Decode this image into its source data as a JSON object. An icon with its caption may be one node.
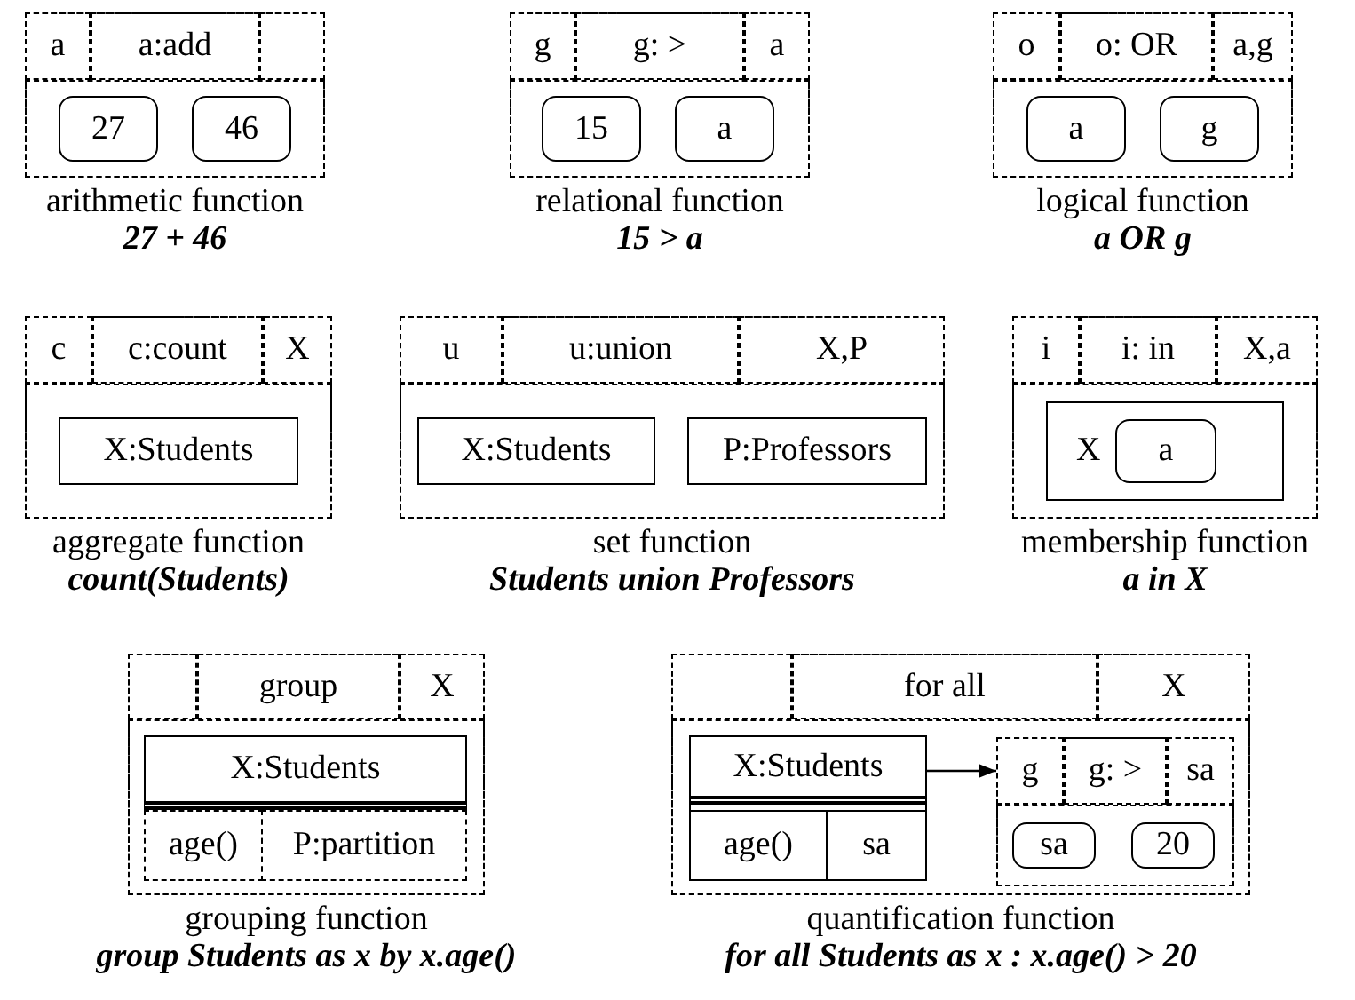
{
  "diagram": {
    "nodes": [
      {
        "text": [],
        "shape": "box",
        "beside": [
          "arithmetic function",
          "27 + 46"
        ]
      },
      {
        "text": [
          "a"
        ],
        "in": 0
      },
      {
        "text": [
          "a:add"
        ],
        "in": 0
      },
      {
        "text": [],
        "shape": "box",
        "in": 0
      },
      {
        "text": [],
        "shape": "box",
        "in": 0
      },
      {
        "text": [
          "27"
        ],
        "in": 4
      },
      {
        "text": [
          "46"
        ],
        "in": 4
      },
      {
        "text": [],
        "shape": "box",
        "beside": [
          "relational function",
          "15 > a"
        ]
      },
      {
        "text": [
          "g"
        ],
        "in": 7
      },
      {
        "text": [
          "g: >"
        ],
        "in": 7
      },
      {
        "text": [
          "a"
        ],
        "in": 7
      },
      {
        "text": [],
        "shape": "box",
        "in": 7
      },
      {
        "text": [
          "15"
        ],
        "in": 11
      },
      {
        "text": [
          "a"
        ],
        "in": 11
      },
      {
        "text": [],
        "shape": "box",
        "beside": [
          "logical function",
          "a OR g"
        ]
      },
      {
        "text": [
          "o"
        ],
        "in": 14
      },
      {
        "text": [
          "o: OR"
        ],
        "in": 14
      },
      {
        "text": [
          "a,g"
        ],
        "in": 14
      },
      {
        "text": [],
        "shape": "box",
        "in": 14
      },
      {
        "text": [
          "a"
        ],
        "in": 18
      },
      {
        "text": [
          "g"
        ],
        "in": 18
      },
      {
        "text": [],
        "shape": "box",
        "beside": [
          "aggregate function",
          "count(Students)"
        ]
      },
      {
        "text": [
          "c"
        ],
        "in": 21
      },
      {
        "text": [
          "c:count"
        ],
        "in": 21
      },
      {
        "text": [
          "X"
        ],
        "in": 21
      },
      {
        "text": [],
        "shape": "box",
        "in": 21
      },
      {
        "text": [
          "X:Students"
        ],
        "in": 25
      },
      {
        "text": [],
        "shape": "box",
        "beside": [
          "set function",
          "Students union Professors"
        ]
      },
      {
        "text": [
          "u"
        ],
        "in": 27
      },
      {
        "text": [
          "u:union"
        ],
        "in": 27
      },
      {
        "text": [
          "X,P"
        ],
        "in": 27
      },
      {
        "text": [],
        "shape": "box",
        "in": 27
      },
      {
        "text": [
          "X:Students"
        ],
        "in": 31
      },
      {
        "text": [
          "P:Professors"
        ],
        "in": 31
      },
      {
        "text": [],
        "shape": "box",
        "beside": [
          "membership function",
          "a in X"
        ]
      },
      {
        "text": [
          "i"
        ],
        "in": 34
      },
      {
        "text": [
          "i: in"
        ],
        "in": 34
      },
      {
        "text": [
          "X,a"
        ],
        "in": 34
      },
      {
        "text": [],
        "shape": "box",
        "in": 34
      },
      {
        "text": [
          "X"
        ],
        "in": 38
      },
      {
        "text": [
          "a"
        ],
        "in": 39
      },
      {
        "text": [],
        "shape": "box",
        "beside": [
          "grouping function",
          "group Students as x by x.age()"
        ]
      },
      {
        "text": [],
        "shape": "box",
        "in": 41
      },
      {
        "text": [
          "group"
        ],
        "in": 41
      },
      {
        "text": [
          "X"
        ],
        "in": 41
      },
      {
        "text": [],
        "shape": "box",
        "in": 41
      },
      {
        "text": [
          "X:Students"
        ],
        "in": 45
      },
      {
        "text": [
          "age()"
        ],
        "in": 45
      },
      {
        "text": [
          "P:partition"
        ],
        "in": 45
      },
      {
        "text": [],
        "shape": "box",
        "beside": [
          "quantification function",
          "for all Students as x : x.age() > 20"
        ]
      },
      {
        "text": [],
        "shape": "box",
        "in": 49
      },
      {
        "text": [
          "for all"
        ],
        "in": 49
      },
      {
        "text": [
          "X"
        ],
        "in": 49
      },
      {
        "text": [],
        "shape": "box",
        "in": 49
      },
      {
        "text": [
          "X:Students"
        ],
        "in": 53
      },
      {
        "text": [
          "age()"
        ],
        "in": 54
      },
      {
        "text": [
          "sa"
        ],
        "in": 54
      },
      {
        "text": [],
        "shape": "box",
        "in": 53
      },
      {
        "text": [
          "g"
        ],
        "in": 57
      },
      {
        "text": [
          "g: >"
        ],
        "in": 57
      },
      {
        "text": [
          "sa"
        ],
        "in": 57
      },
      {
        "text": [],
        "shape": "box",
        "in": 57
      },
      {
        "text": [
          "sa"
        ],
        "in": 61
      },
      {
        "text": [
          "20"
        ],
        "in": 61
      }
    ],
    "edges": [
      {
        "from": 54,
        "to": 58,
        "arrow": "to"
      }
    ]
  }
}
